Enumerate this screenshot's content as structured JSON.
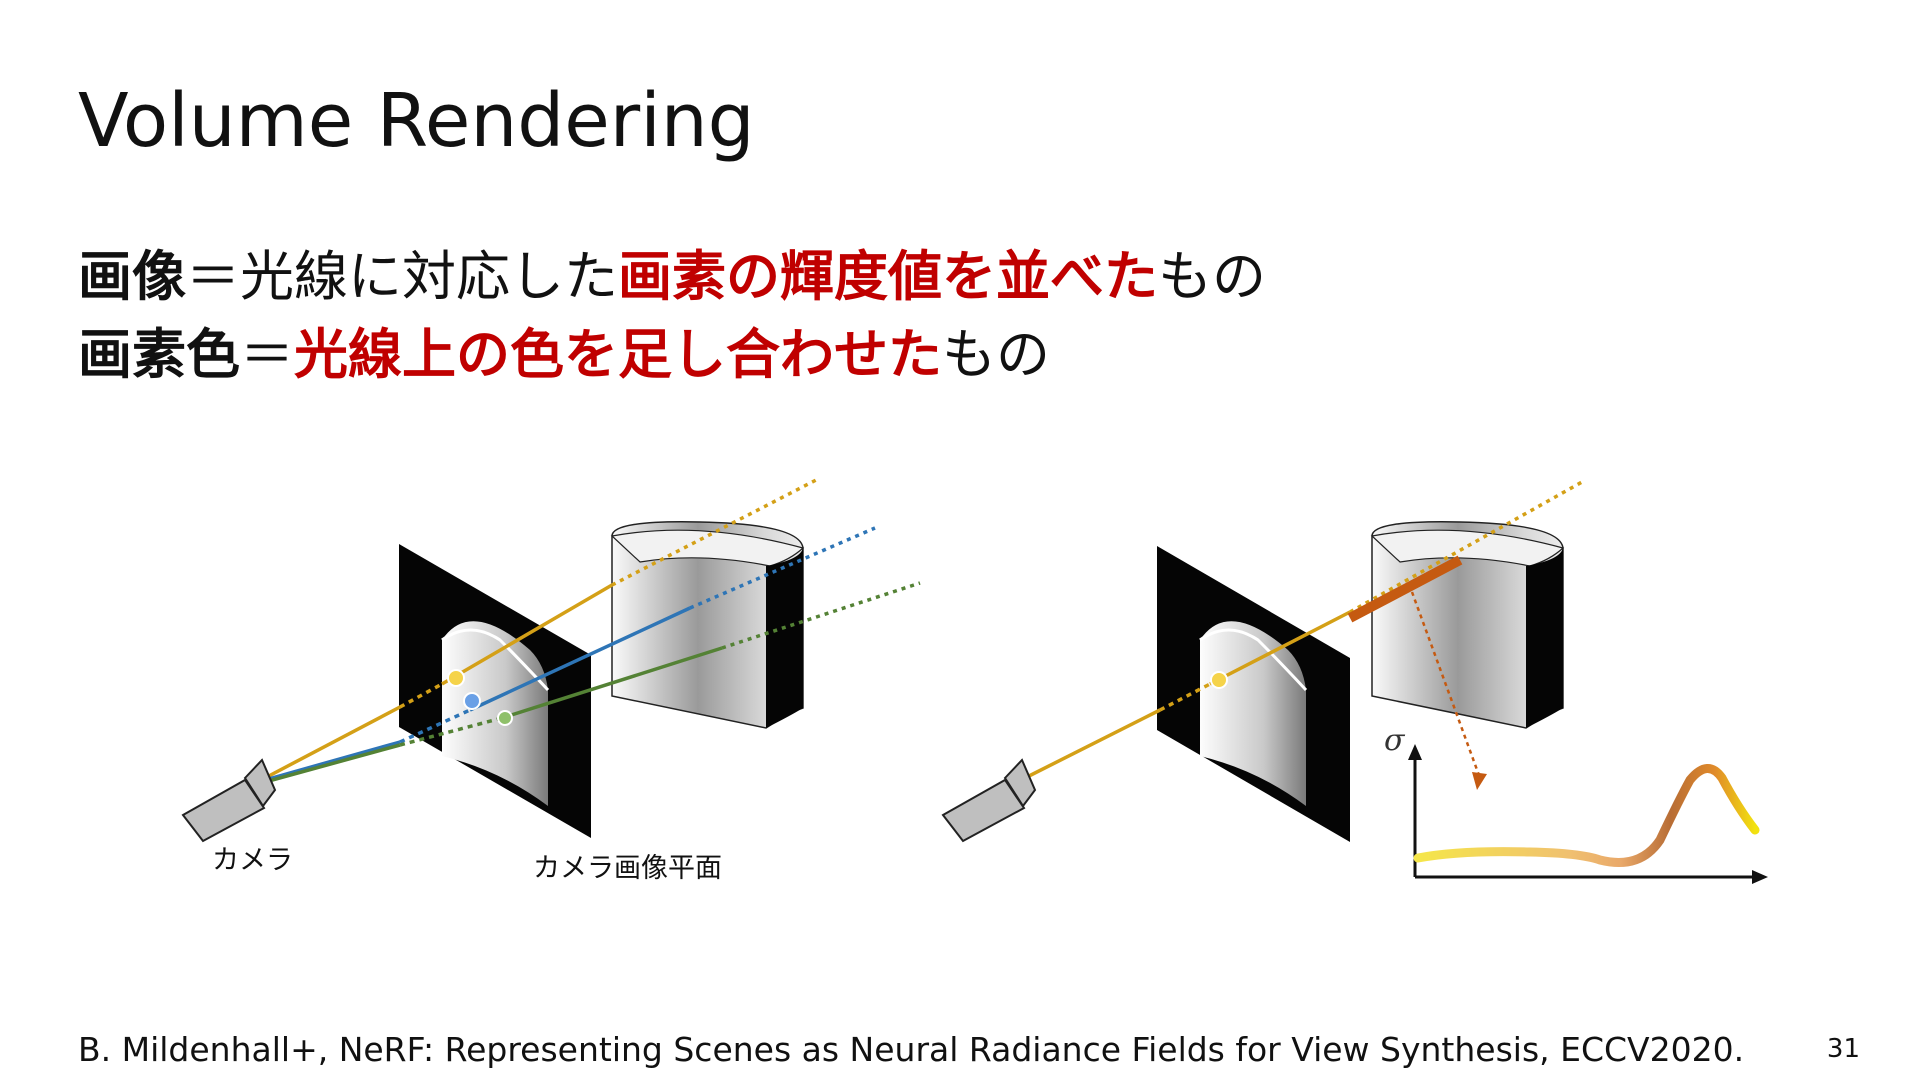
{
  "slide": {
    "title": "Volume Rendering",
    "line1": {
      "lead": "画像",
      "equals": "＝",
      "middle": "光線に対応した",
      "emphasis": "画素の輝度値を並べた",
      "tail": "もの"
    },
    "line2": {
      "lead": "画素色",
      "equals": "＝",
      "emphasis": "光線上の色を足し合わせた",
      "tail": "もの"
    },
    "captions": {
      "camera": "カメラ",
      "image_plane": "カメラ画像平面"
    },
    "graph_axis_label": "σ",
    "citation": "B. Mildenhall+, NeRF: Representing Scenes as Neural Radiance Fields for View Synthesis, ECCV2020.",
    "page_number": "31"
  },
  "colors": {
    "emphasis_red": "#c00000",
    "ray_gold": "#d4a017",
    "ray_blue": "#2e75b6",
    "ray_green": "#548235",
    "sample_orange": "#c55a11"
  }
}
